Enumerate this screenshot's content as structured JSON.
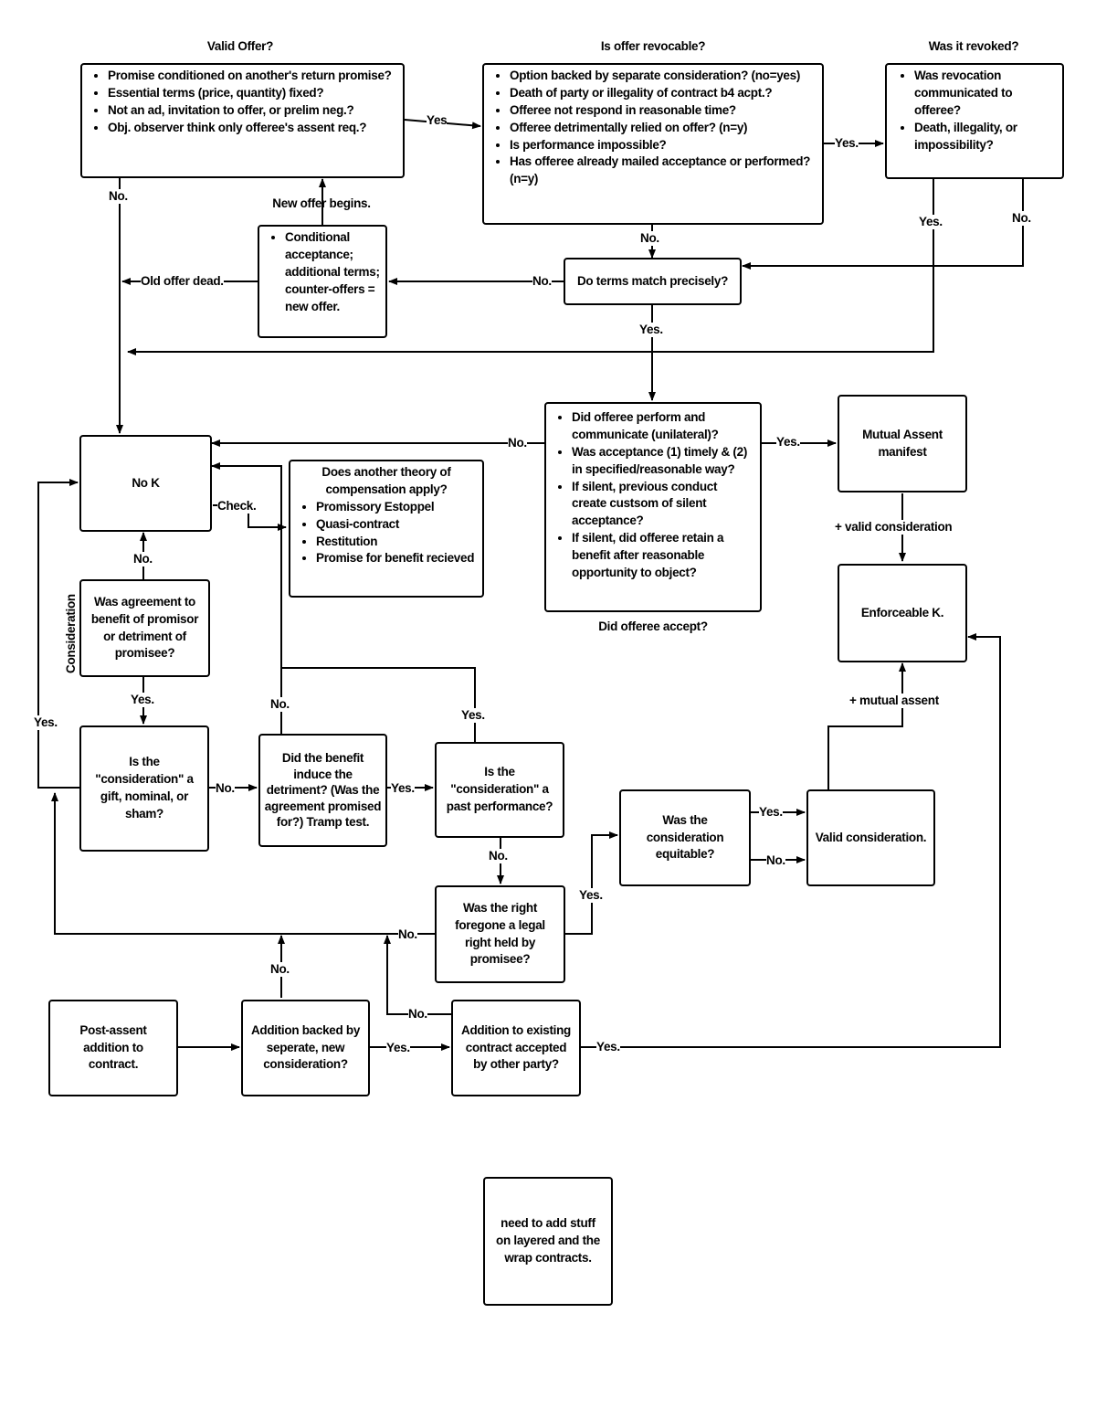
{
  "headers": {
    "valid_offer": "Valid Offer?",
    "revocable": "Is offer revocable?",
    "revoked": "Was it revoked?",
    "did_accept": "Did offeree accept?",
    "consideration": "Consideration",
    "new_offer": "New offer begins."
  },
  "boxes": {
    "valid_offer_items": [
      "Promise conditioned on another's return promise?",
      "Essential terms (price, quantity) fixed?",
      "Not an ad, invitation to offer, or prelim neg.?",
      "Obj. observer think only offeree's assent req.?"
    ],
    "revocable_items": [
      "Option backed by separate consideration? (no=yes)",
      "Death of party or illegality of contract b4 acpt.?",
      "Offeree not respond in reasonable time?",
      "Offeree detrimentally relied on offer? (n=y)",
      "Is performance impossible?",
      "Has offeree already mailed acceptance or performed? (n=y)"
    ],
    "revoked_items": [
      "Was revocation communicated to offeree?",
      "Death, illegality, or impossibility?"
    ],
    "conditional_items": [
      "Conditional acceptance; additional terms; counter-offers = new offer."
    ],
    "terms_match": "Do terms match precisely?",
    "accept_items": [
      "Did offeree perform and communicate (unilateral)?",
      "Was acceptance (1) timely & (2) in specified/reasonable way?",
      "If silent, previous conduct create custsom of silent acceptance?",
      "If silent, did offeree retain a benefit after reasonable opportunity to object?"
    ],
    "no_k": "No K",
    "other_theory_head": "Does another theory of compensation apply?",
    "other_theory_items": [
      "Promissory Estoppel",
      "Quasi-contract",
      "Restitution",
      "Promise for benefit recieved"
    ],
    "mutual_assent": "Mutual Assent manifest",
    "enforceable": "Enforceable K.",
    "agreement_benefit": "Was agreement to benefit of promisor or detriment of promisee?",
    "gift": "Is the \"consideration\" a gift, nominal, or sham?",
    "induce": "Did the benefit induce the detriment? (Was the agreement promised for?) Tramp test.",
    "past_performance": "Is the \"consideration\" a past performance?",
    "equitable": "Was the consideration equitable?",
    "valid_consideration": "Valid consideration.",
    "legal_right": "Was the right foregone a legal right held by promisee?",
    "post_assent": "Post-assent addition to contract.",
    "addition_backed": "Addition backed by seperate, new consideration?",
    "addition_accepted": "Addition to existing contract accepted by other party?",
    "note": "need to add stuff on layered and the wrap contracts."
  },
  "labels": {
    "yes": "Yes.",
    "yes_nodot": "Yes",
    "no": "No.",
    "check": "Check.",
    "old_offer_dead": "Old offer dead.",
    "plus_valid_consideration": "+ valid consideration",
    "plus_mutual_assent": "+ mutual assent"
  }
}
